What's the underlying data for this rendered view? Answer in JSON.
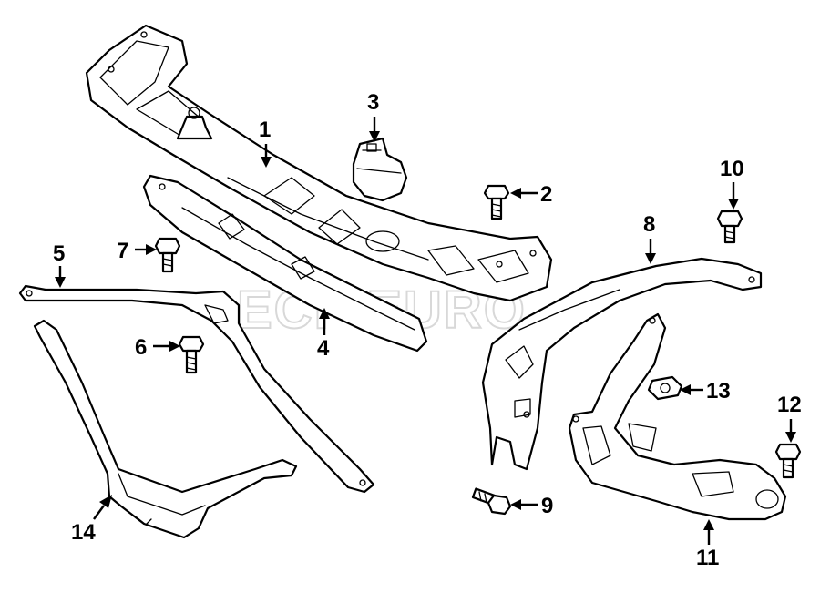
{
  "watermark": {
    "text": "ECP EURO"
  },
  "callouts": [
    {
      "id": "1",
      "label": "1"
    },
    {
      "id": "2",
      "label": "2"
    },
    {
      "id": "3",
      "label": "3"
    },
    {
      "id": "4",
      "label": "4"
    },
    {
      "id": "5",
      "label": "5"
    },
    {
      "id": "6",
      "label": "6"
    },
    {
      "id": "7",
      "label": "7"
    },
    {
      "id": "8",
      "label": "8"
    },
    {
      "id": "9",
      "label": "9"
    },
    {
      "id": "10",
      "label": "10"
    },
    {
      "id": "11",
      "label": "11"
    },
    {
      "id": "12",
      "label": "12"
    },
    {
      "id": "13",
      "label": "13"
    },
    {
      "id": "14",
      "label": "14"
    }
  ]
}
